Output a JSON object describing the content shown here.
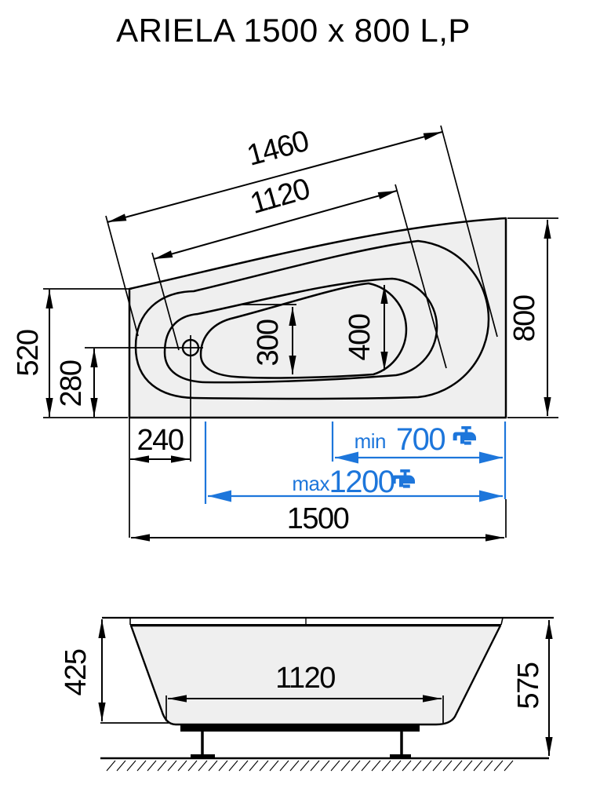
{
  "title": "ARIELA 1500 x 800 L,P",
  "colors": {
    "line": "#000000",
    "panel_fill": "#efefef",
    "dimension_blue": "#1d76db"
  },
  "top_view": {
    "dim_rim_length": "1460",
    "dim_inner_rim_length": "1120",
    "dim_overall_width": "800",
    "dim_left_height": "520",
    "dim_drain_height": "280",
    "dim_drain_inset": "240",
    "dim_seat_width": "300",
    "dim_basin_width": "400",
    "dim_overall_length": "1500",
    "faucet_min_prefix": "min",
    "faucet_min_value": "700",
    "faucet_max_prefix": "max",
    "faucet_max_value": "1200"
  },
  "side_view": {
    "dim_shell_height": "425",
    "dim_bottom_length": "1120",
    "dim_overall_height": "575"
  },
  "icons": {
    "faucet": "faucet-icon",
    "drain": "drain-center-mark-icon"
  }
}
